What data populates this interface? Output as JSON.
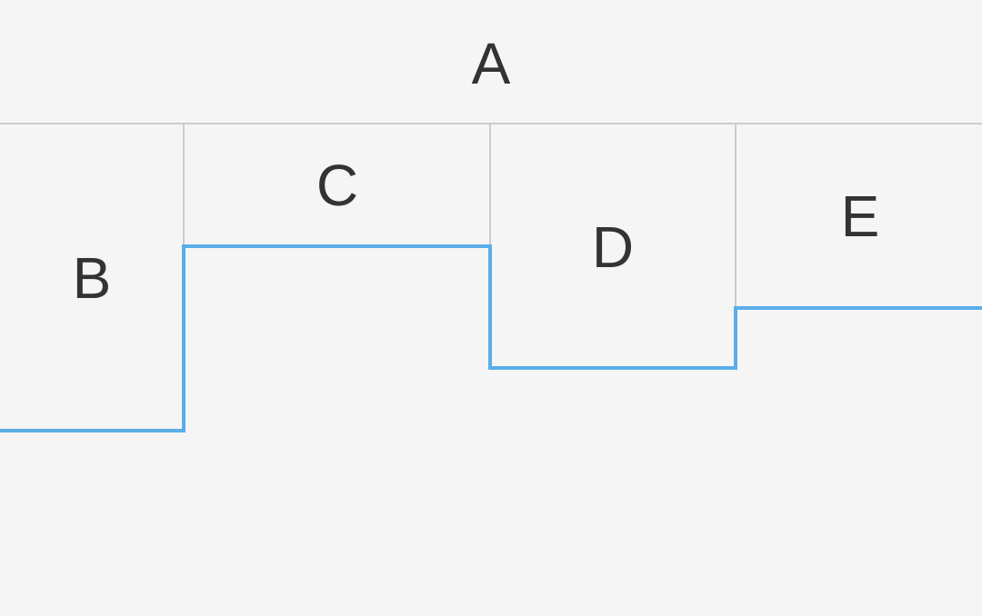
{
  "root": {
    "label": "A"
  },
  "segments": [
    {
      "label": "B",
      "level": 0.3
    },
    {
      "label": "C",
      "level": 0.6
    },
    {
      "label": "D",
      "level": 0.4
    },
    {
      "label": "E",
      "level": 0.5
    }
  ],
  "colors": {
    "background": "#f5f5f5",
    "step_line": "#5aaee8",
    "divider": "#cccccc",
    "text": "#333333"
  }
}
